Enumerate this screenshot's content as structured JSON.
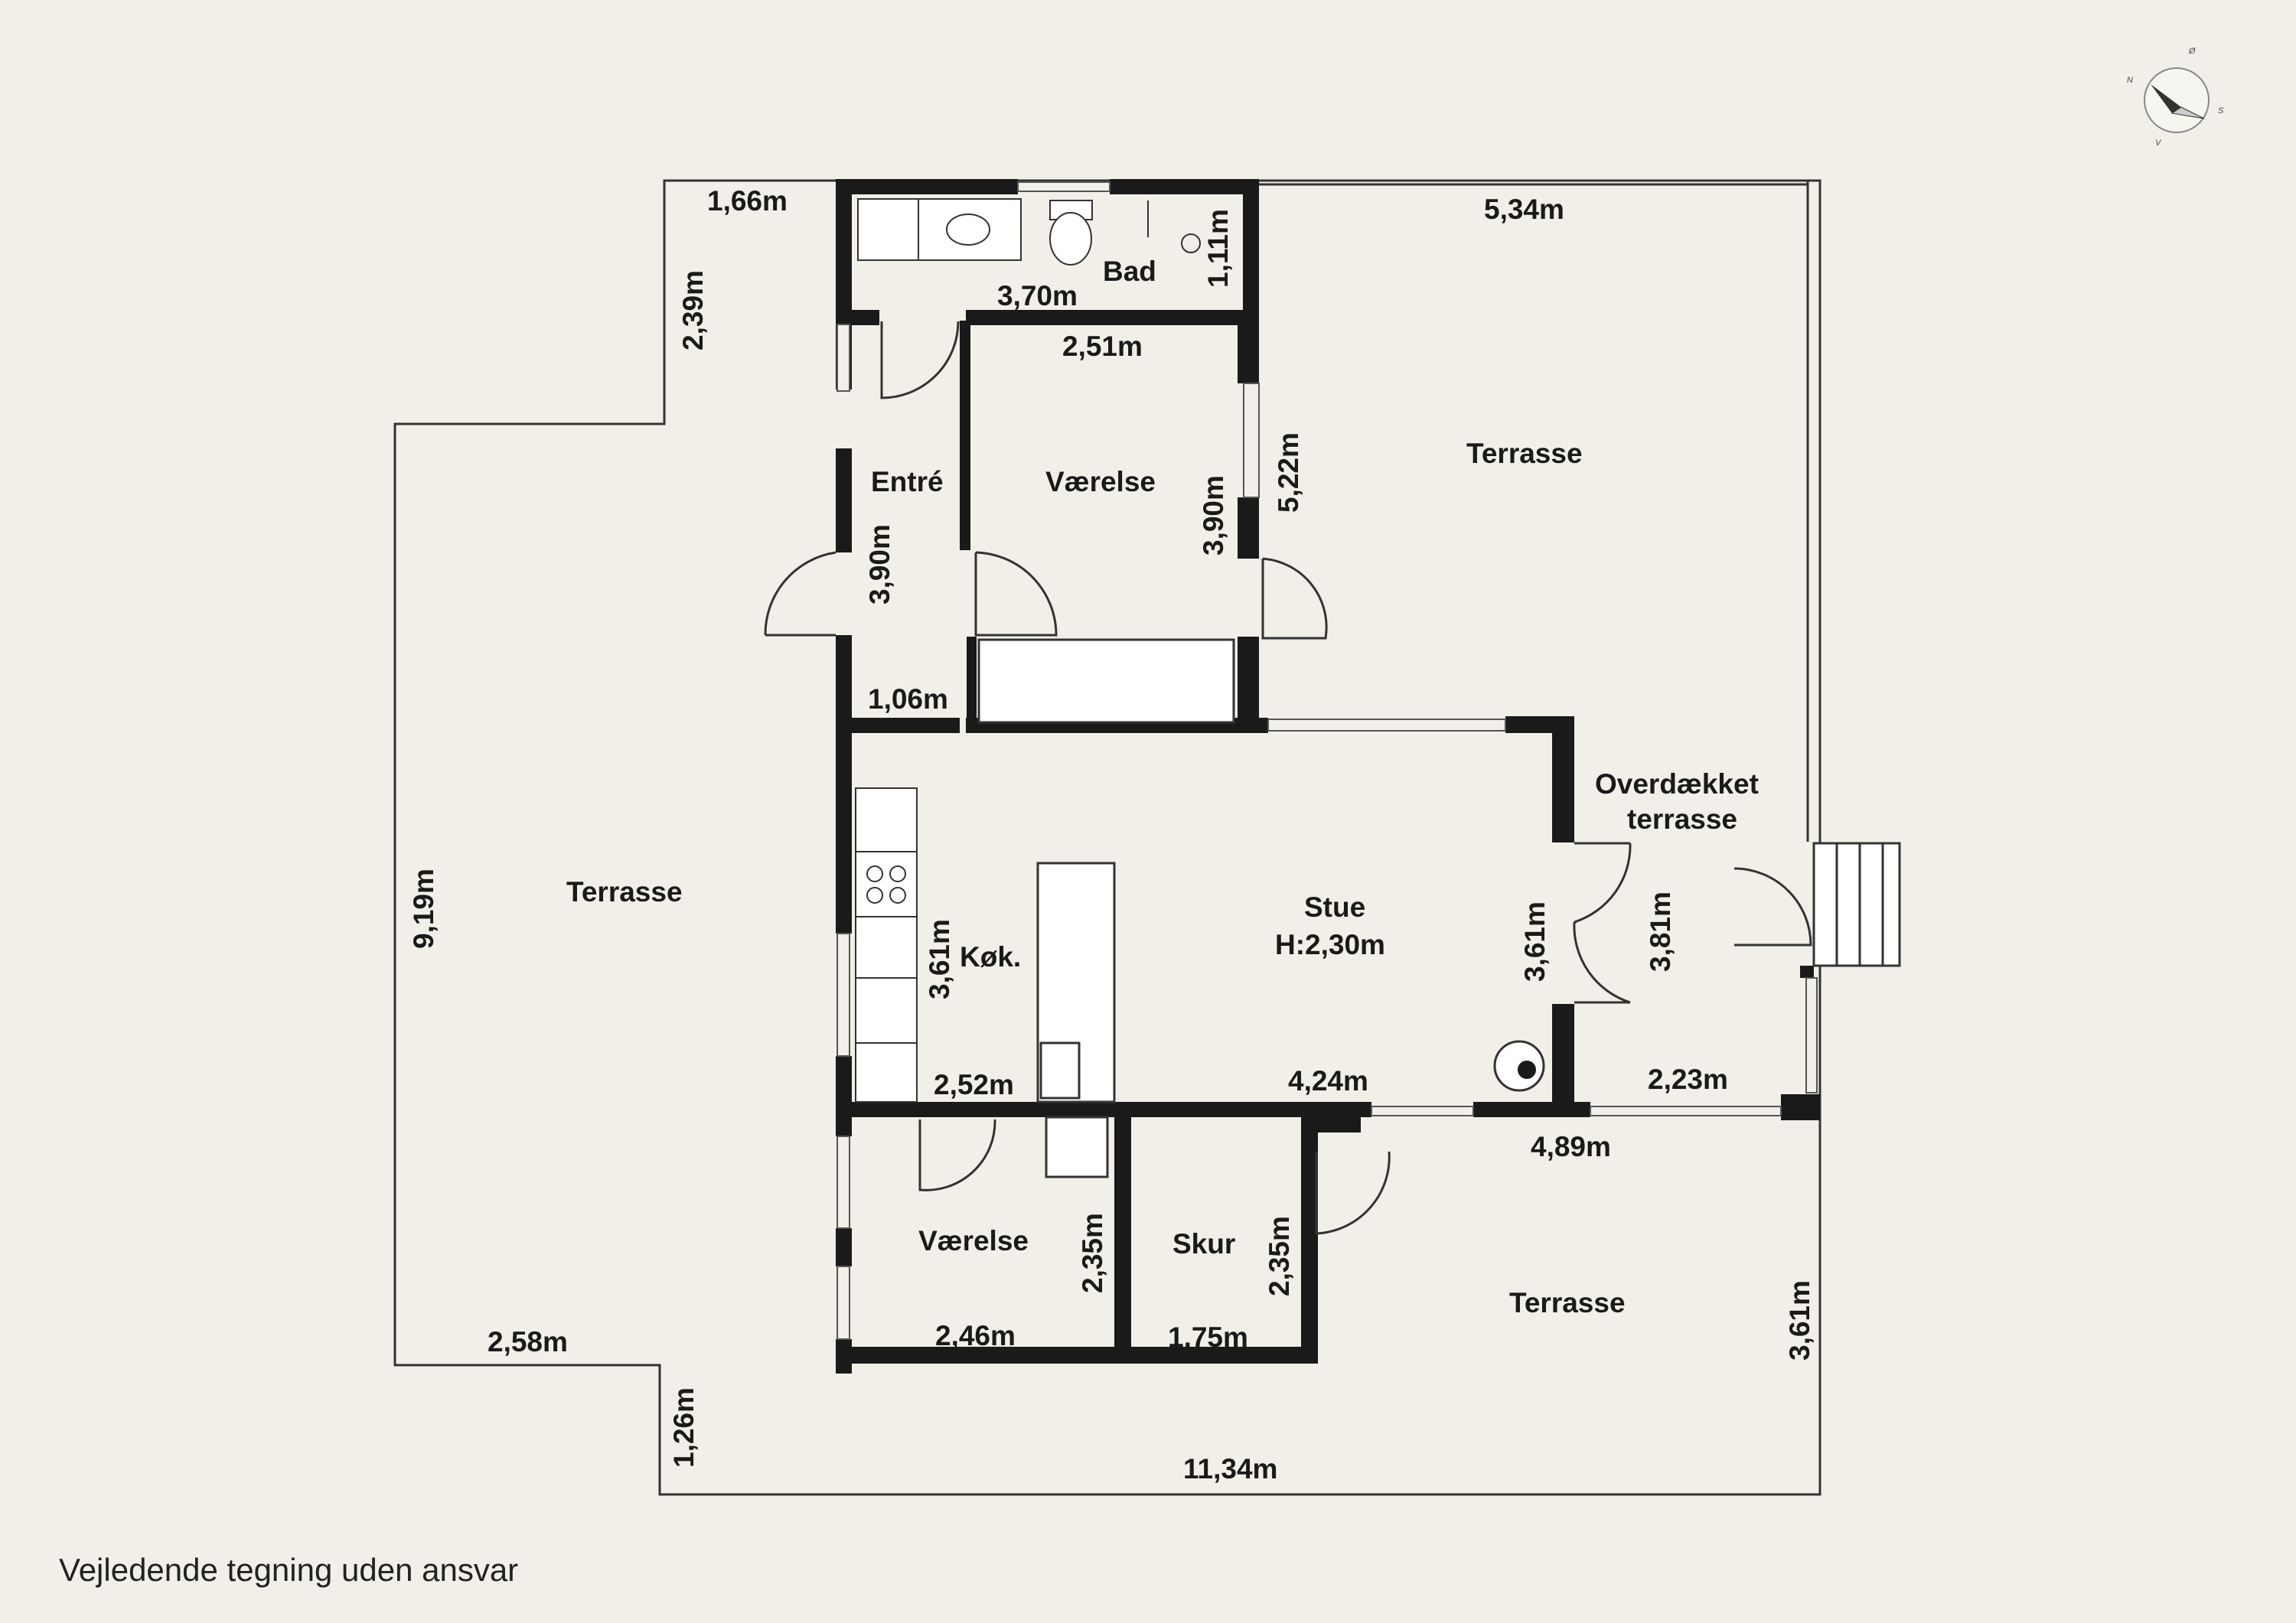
{
  "rooms": {
    "bad": "Bad",
    "entre": "Entré",
    "vaerelse_top": "Værelse",
    "terrasse_ne": "Terrasse",
    "terrasse_w": "Terrasse",
    "stue": "Stue",
    "stue_height": "H:2,30m",
    "kok": "Køk.",
    "overdaekket_1": "Overdækket",
    "overdaekket_2": "terrasse",
    "vaerelse_bottom": "Værelse",
    "skur": "Skur",
    "terrasse_se": "Terrasse"
  },
  "dimensions": {
    "d_166": "1,66m",
    "d_239": "2,39m",
    "d_370": "3,70m",
    "d_111": "1,11m",
    "d_534": "5,34m",
    "d_251": "2,51m",
    "d_522": "5,22m",
    "d_390_entre": "3,90m",
    "d_390_room": "3,90m",
    "d_106": "1,06m",
    "d_919": "9,19m",
    "d_361_kok": "3,61m",
    "d_361_stue": "3,61m",
    "d_381": "3,81m",
    "d_252": "2,52m",
    "d_424": "4,24m",
    "d_223": "2,23m",
    "d_489": "4,89m",
    "d_235_a": "2,35m",
    "d_235_b": "2,35m",
    "d_246": "2,46m",
    "d_175": "1,75m",
    "d_258": "2,58m",
    "d_126": "1,26m",
    "d_1134": "11,34m",
    "d_361_se": "3,61m"
  },
  "compass": {
    "n": "N",
    "o": "Ø",
    "s": "S",
    "v": "V"
  },
  "disclaimer": "Vejledende tegning uden ansvar",
  "colors": {
    "background": "#f1efe7",
    "wall": "#1a1a1a",
    "outline": "#333333"
  }
}
